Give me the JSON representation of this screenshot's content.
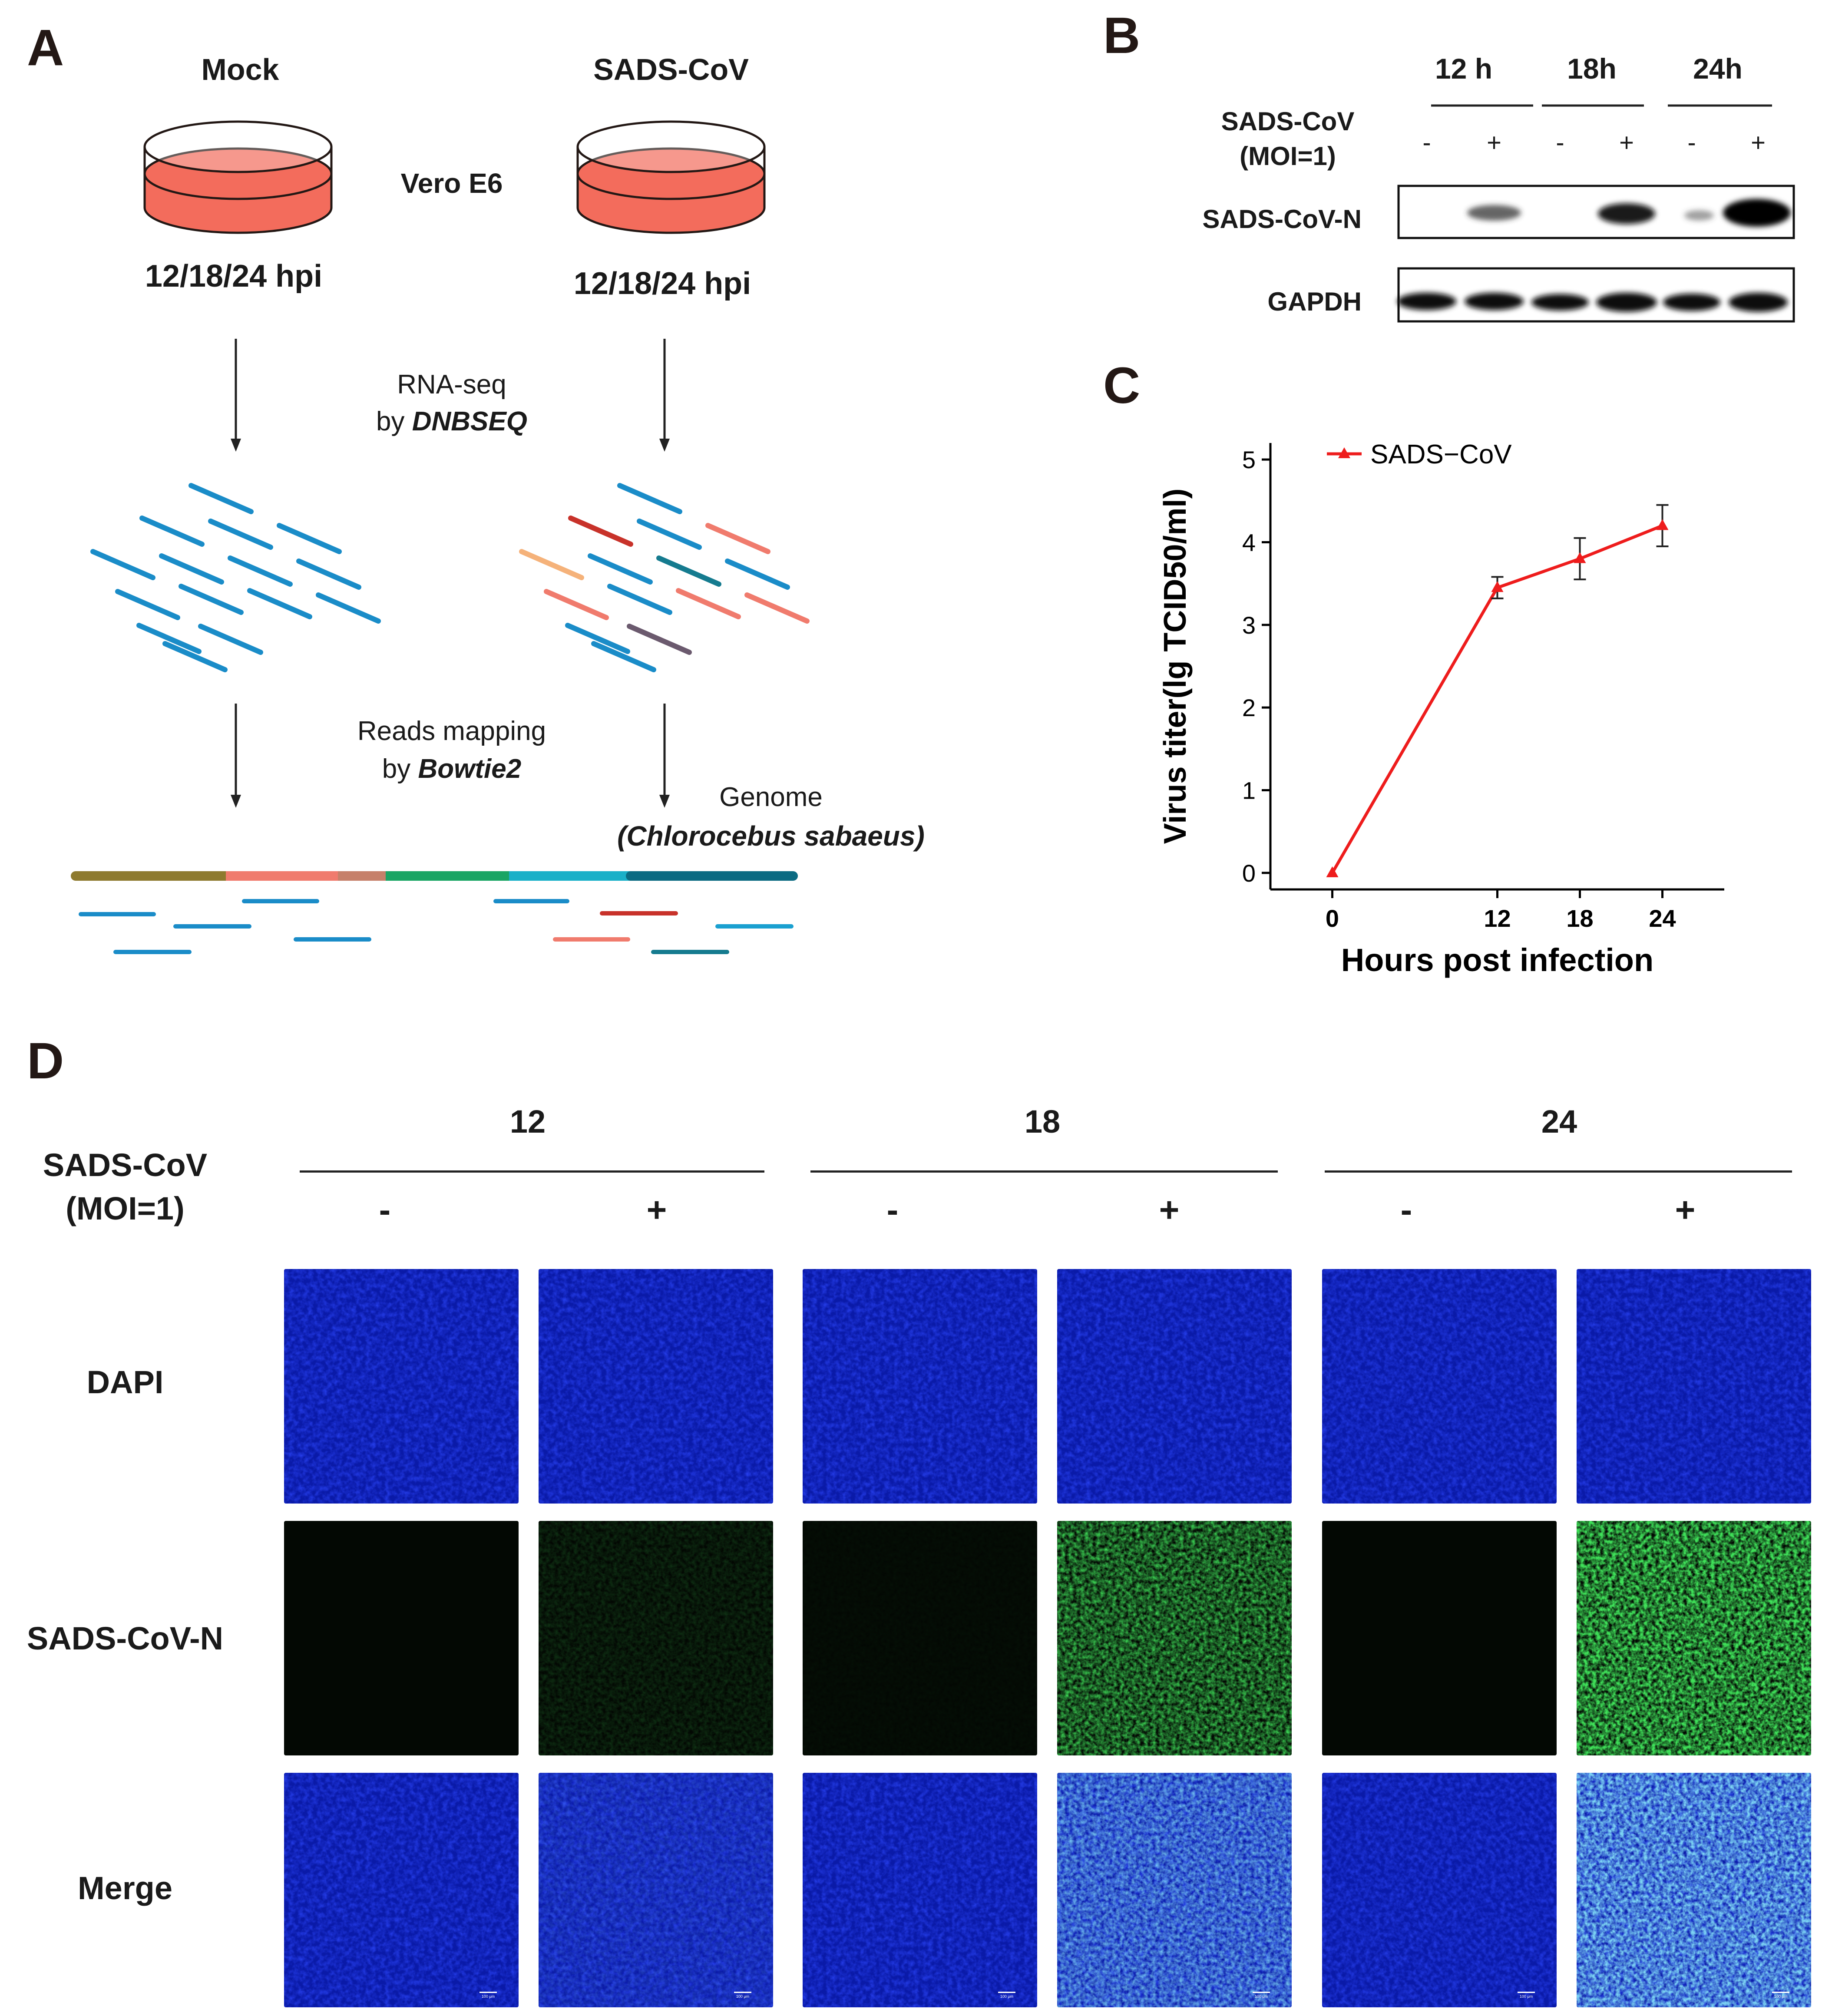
{
  "panel_a": {
    "letter": "A",
    "mock_title": "Mock",
    "sads_title": "SADS-CoV",
    "cell_line": "Vero E6",
    "mock_timepoints": "12/18/24 hpi",
    "sads_timepoints": "12/18/24 hpi",
    "rnaseq_line1": "RNA-seq",
    "rnaseq_line2_prefix": "by ",
    "rnaseq_line2_tool": "DNBSEQ",
    "mapping_line1": "Reads mapping",
    "mapping_line2_prefix": "by ",
    "mapping_line2_tool": "Bowtie2",
    "genome_label": "Genome",
    "genome_species": "(Chlorocebus sabaeus)",
    "colors": {
      "dish_fill": "#f36c5c",
      "read_blue": "#1a8cc8",
      "arrow": "#222222"
    }
  },
  "panel_b": {
    "letter": "B",
    "timepoints": [
      "12 h",
      "18h",
      "24h"
    ],
    "row_label_line1": "SADS-CoV",
    "row_label_line2": "(MOI=1)",
    "signs": [
      "-",
      "+",
      "-",
      "+",
      "-",
      "+"
    ],
    "blot_labels": [
      "SADS-CoV-N",
      "GAPDH"
    ]
  },
  "panel_c": {
    "letter": "C",
    "chart_data": {
      "type": "line",
      "title": "",
      "xlabel": "Hours post infection",
      "ylabel": "Virus titer(lg TCID50/ml)",
      "x": [
        0,
        12,
        18,
        24
      ],
      "xticks": [
        "0",
        "12",
        "18",
        "24"
      ],
      "yticks": [
        "0",
        "1",
        "2",
        "3",
        "4",
        "5"
      ],
      "xlim": [
        -4.5,
        28.5
      ],
      "ylim": [
        -0.2,
        5.2
      ],
      "grid": false,
      "legend": "top-left",
      "series": [
        {
          "name": "SADS−CoV",
          "color": "#ee1c1c",
          "values": [
            0,
            3.45,
            3.8,
            4.2
          ],
          "error": [
            0,
            0.13,
            0.25,
            0.25
          ]
        }
      ]
    }
  },
  "panel_d": {
    "letter": "D",
    "timepoints": [
      "12",
      "18",
      "24"
    ],
    "row_label_line1": "SADS-CoV",
    "row_label_line2": "(MOI=1)",
    "signs": [
      "-",
      "+",
      "-",
      "+",
      "-",
      "+"
    ],
    "channels": [
      "DAPI",
      "SADS-CoV-N",
      "Merge"
    ],
    "green_intensity": [
      0,
      0.12,
      0.02,
      0.6,
      0,
      0.85
    ],
    "scale_bar_label": "100 μm"
  }
}
